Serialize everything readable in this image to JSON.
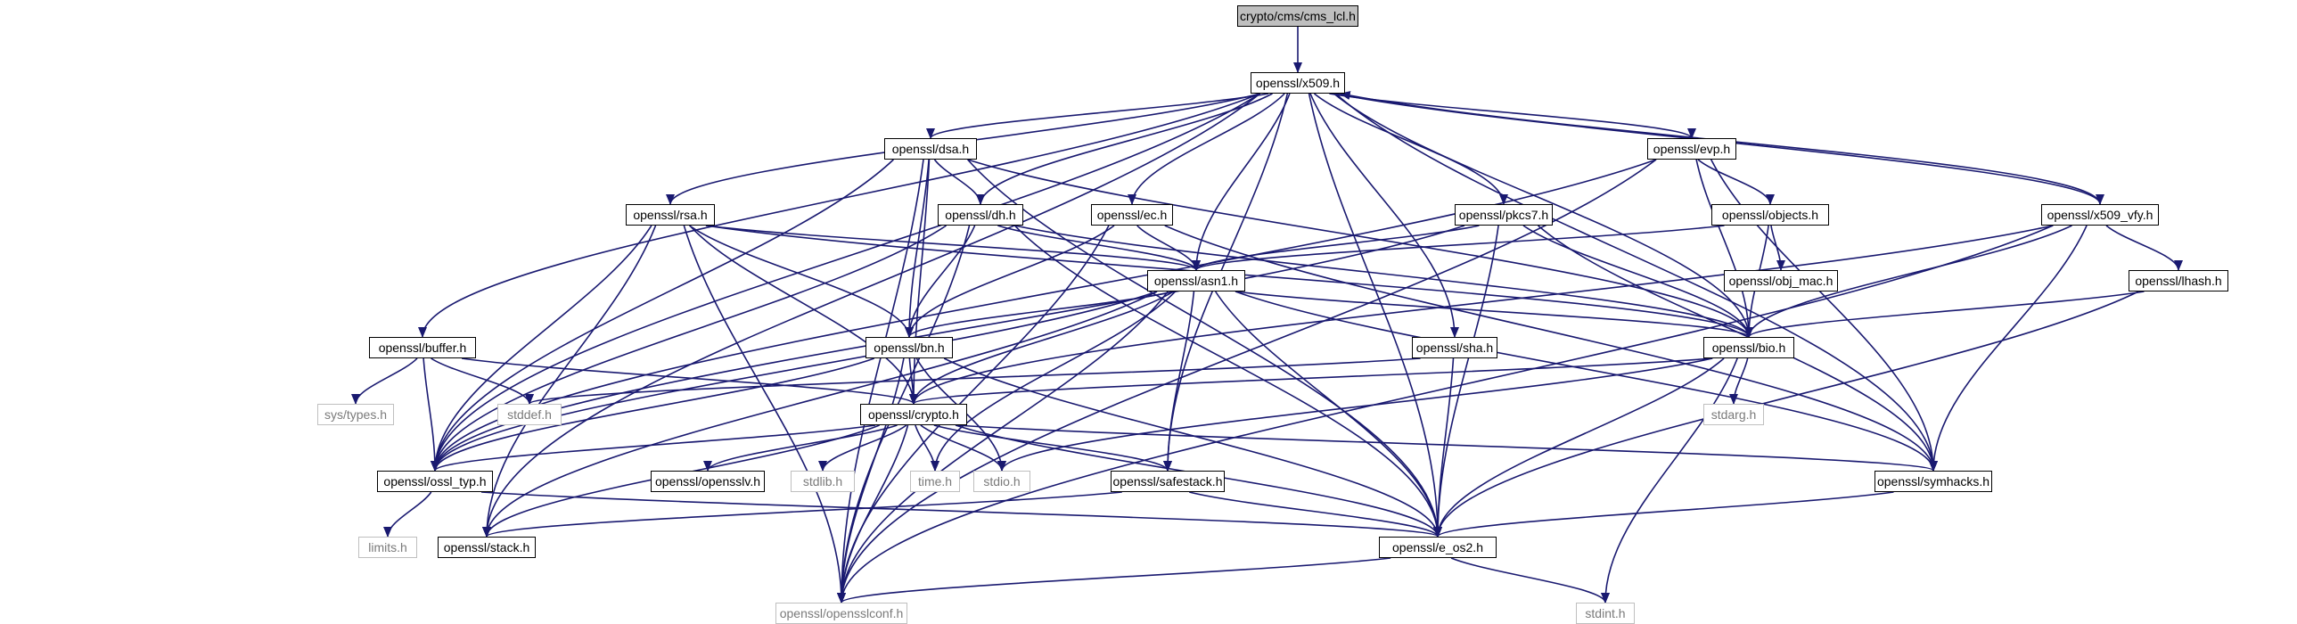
{
  "colors": {
    "edge": "#191970",
    "node_border": "#000000",
    "root_fill": "#bfbfbf",
    "system_border": "#bfbfbf",
    "system_text": "#7a7a7a"
  },
  "nodes": {
    "cms_lcl": "crypto/cms/cms_lcl.h",
    "x509": "openssl/x509.h",
    "dsa": "openssl/dsa.h",
    "evp": "openssl/evp.h",
    "rsa": "openssl/rsa.h",
    "dh": "openssl/dh.h",
    "ec": "openssl/ec.h",
    "pkcs7": "openssl/pkcs7.h",
    "objects": "openssl/objects.h",
    "x509_vfy": "openssl/x509_vfy.h",
    "asn1": "openssl/asn1.h",
    "obj_mac": "openssl/obj_mac.h",
    "lhash": "openssl/lhash.h",
    "buffer": "openssl/buffer.h",
    "bn": "openssl/bn.h",
    "sha": "openssl/sha.h",
    "bio": "openssl/bio.h",
    "sys_types": "sys/types.h",
    "stddef": "stddef.h",
    "stdarg": "stdarg.h",
    "crypto": "openssl/crypto.h",
    "ossl_typ": "openssl/ossl_typ.h",
    "opensslv": "openssl/opensslv.h",
    "stdlib": "stdlib.h",
    "time": "time.h",
    "stdio": "stdio.h",
    "safestack": "openssl/safestack.h",
    "symhacks": "openssl/symhacks.h",
    "limits": "limits.h",
    "stack": "openssl/stack.h",
    "e_os2": "openssl/e_os2.h",
    "opensslconf": "openssl/opensslconf.h",
    "stdint": "stdint.h"
  },
  "edges": [
    [
      "cms_lcl",
      "x509"
    ],
    [
      "x509",
      "dsa"
    ],
    [
      "x509",
      "evp"
    ],
    [
      "x509",
      "rsa"
    ],
    [
      "x509",
      "dh"
    ],
    [
      "x509",
      "ec"
    ],
    [
      "x509",
      "pkcs7"
    ],
    [
      "x509",
      "x509_vfy"
    ],
    [
      "x509",
      "asn1"
    ],
    [
      "x509",
      "buffer"
    ],
    [
      "x509",
      "sha"
    ],
    [
      "x509",
      "bio"
    ],
    [
      "x509",
      "ossl_typ"
    ],
    [
      "x509",
      "safestack"
    ],
    [
      "x509",
      "symhacks"
    ],
    [
      "x509",
      "stack"
    ],
    [
      "x509",
      "e_os2"
    ],
    [
      "dsa",
      "dh"
    ],
    [
      "dsa",
      "bn"
    ],
    [
      "dsa",
      "crypto"
    ],
    [
      "dsa",
      "bio"
    ],
    [
      "dsa",
      "ossl_typ"
    ],
    [
      "dsa",
      "e_os2"
    ],
    [
      "dsa",
      "opensslconf"
    ],
    [
      "evp",
      "objects"
    ],
    [
      "evp",
      "bio"
    ],
    [
      "evp",
      "symhacks"
    ],
    [
      "evp",
      "ossl_typ"
    ],
    [
      "evp",
      "opensslconf"
    ],
    [
      "rsa",
      "asn1"
    ],
    [
      "rsa",
      "bn"
    ],
    [
      "rsa",
      "crypto"
    ],
    [
      "rsa",
      "ossl_typ"
    ],
    [
      "rsa",
      "bio"
    ],
    [
      "rsa",
      "stack"
    ],
    [
      "rsa",
      "opensslconf"
    ],
    [
      "dh",
      "asn1"
    ],
    [
      "dh",
      "bn"
    ],
    [
      "dh",
      "bio"
    ],
    [
      "dh",
      "ossl_typ"
    ],
    [
      "dh",
      "e_os2"
    ],
    [
      "dh",
      "opensslconf"
    ],
    [
      "ec",
      "asn1"
    ],
    [
      "ec",
      "bn"
    ],
    [
      "ec",
      "symhacks"
    ],
    [
      "ec",
      "opensslconf"
    ],
    [
      "pkcs7",
      "asn1"
    ],
    [
      "pkcs7",
      "bio"
    ],
    [
      "pkcs7",
      "e_os2"
    ],
    [
      "pkcs7",
      "symhacks"
    ],
    [
      "pkcs7",
      "ossl_typ"
    ],
    [
      "objects",
      "asn1"
    ],
    [
      "objects",
      "obj_mac"
    ],
    [
      "objects",
      "bio"
    ],
    [
      "x509_vfy",
      "x509"
    ],
    [
      "x509_vfy",
      "bio"
    ],
    [
      "x509_vfy",
      "lhash"
    ],
    [
      "x509_vfy",
      "crypto"
    ],
    [
      "x509_vfy",
      "symhacks"
    ],
    [
      "x509_vfy",
      "opensslconf"
    ],
    [
      "lhash",
      "bio"
    ],
    [
      "lhash",
      "e_os2"
    ],
    [
      "asn1",
      "bio"
    ],
    [
      "asn1",
      "bn"
    ],
    [
      "asn1",
      "crypto"
    ],
    [
      "asn1",
      "ossl_typ"
    ],
    [
      "asn1",
      "safestack"
    ],
    [
      "asn1",
      "symhacks"
    ],
    [
      "asn1",
      "time"
    ],
    [
      "asn1",
      "e_os2"
    ],
    [
      "asn1",
      "opensslconf"
    ],
    [
      "asn1",
      "stack"
    ],
    [
      "buffer",
      "crypto"
    ],
    [
      "buffer",
      "ossl_typ"
    ],
    [
      "buffer",
      "sys_types"
    ],
    [
      "buffer",
      "stddef"
    ],
    [
      "bn",
      "crypto"
    ],
    [
      "bn",
      "ossl_typ"
    ],
    [
      "bn",
      "e_os2"
    ],
    [
      "bn",
      "stdio"
    ],
    [
      "bn",
      "opensslconf"
    ],
    [
      "sha",
      "e_os2"
    ],
    [
      "sha",
      "stddef"
    ],
    [
      "bio",
      "crypto"
    ],
    [
      "bio",
      "stdarg"
    ],
    [
      "bio",
      "e_os2"
    ],
    [
      "bio",
      "stdio"
    ],
    [
      "bio",
      "stdint"
    ],
    [
      "crypto",
      "ossl_typ"
    ],
    [
      "crypto",
      "opensslv"
    ],
    [
      "crypto",
      "stdlib"
    ],
    [
      "crypto",
      "time"
    ],
    [
      "crypto",
      "stdio"
    ],
    [
      "crypto",
      "safestack"
    ],
    [
      "crypto",
      "symhacks"
    ],
    [
      "crypto",
      "stack"
    ],
    [
      "crypto",
      "e_os2"
    ],
    [
      "crypto",
      "opensslconf"
    ],
    [
      "ossl_typ",
      "limits"
    ],
    [
      "ossl_typ",
      "e_os2"
    ],
    [
      "safestack",
      "stack"
    ],
    [
      "safestack",
      "e_os2"
    ],
    [
      "symhacks",
      "e_os2"
    ],
    [
      "e_os2",
      "opensslconf"
    ],
    [
      "e_os2",
      "stdint"
    ]
  ]
}
